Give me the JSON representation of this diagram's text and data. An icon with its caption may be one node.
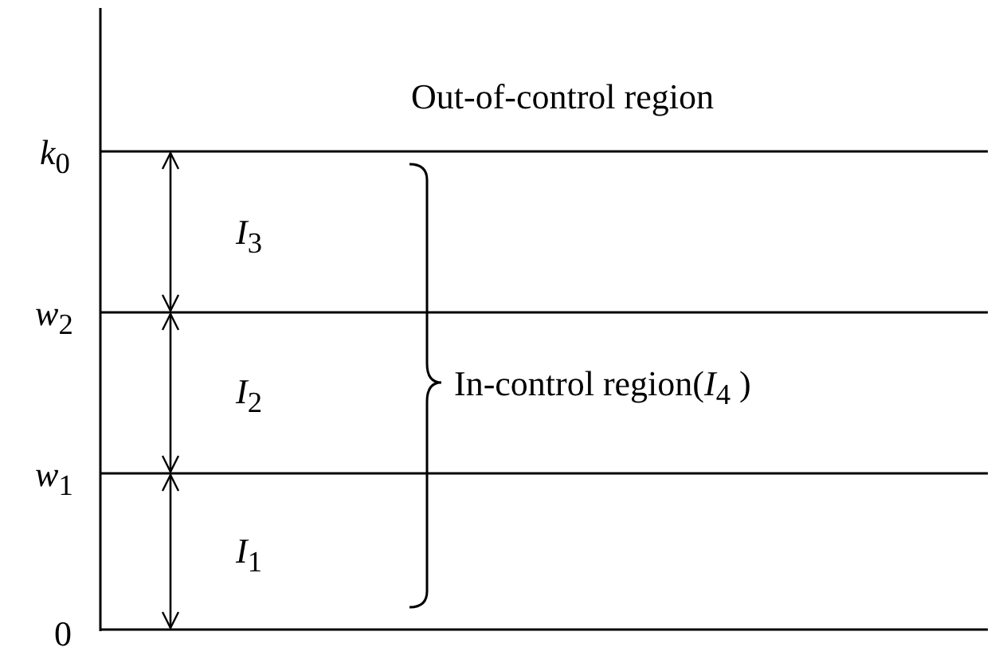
{
  "diagram": {
    "labels": [
      "Out-of-control region",
      "*k*$_{0}$",
      "*I*$_{3}$",
      "*w*$_{2}$",
      "*I*$_{2}$",
      "In-control region(*I*$_{4}$ )",
      "*w*$_{1}$",
      "*I*$_{1}$",
      "0"
    ]
  }
}
